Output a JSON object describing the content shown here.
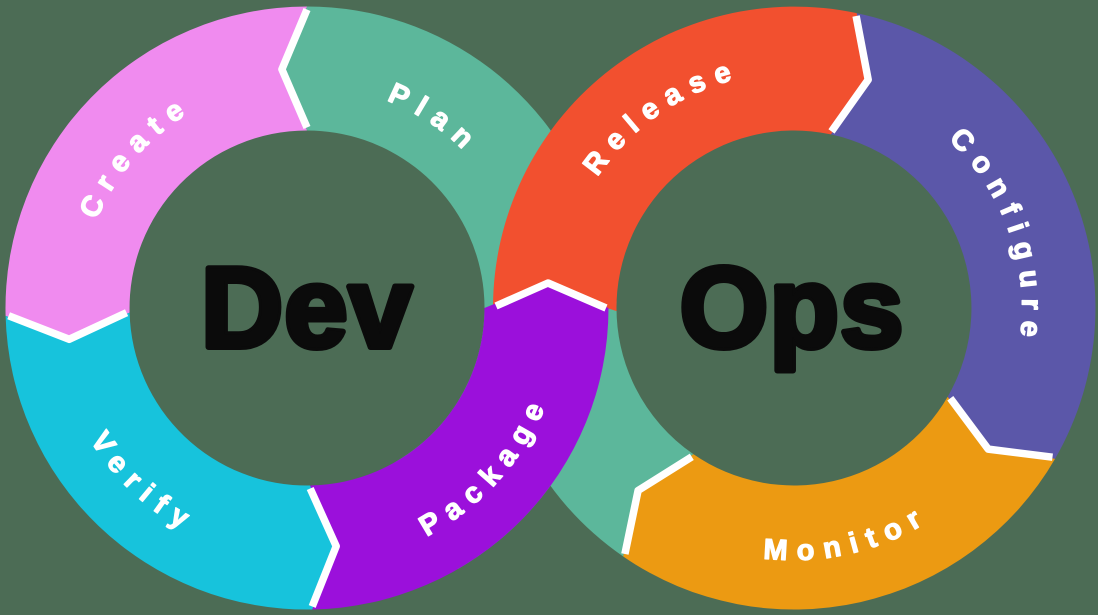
{
  "title": "DevOps infinity loop diagram",
  "colors": {
    "background": "#4C6C55",
    "divider": "#FFFFFF",
    "heading_text": "#0B0B0B",
    "segment_label_text": "#FFFFFF"
  },
  "dev": {
    "text": "Dev"
  },
  "ops": {
    "text": "Ops"
  },
  "segments": {
    "plan": {
      "label": "Plan",
      "color": "#5CB79B"
    },
    "create": {
      "label": "Create",
      "color": "#F08BEF"
    },
    "verify": {
      "label": "Verify",
      "color": "#17C3DC"
    },
    "package": {
      "label": "Package",
      "color": "#9B10DB"
    },
    "release": {
      "label": "Release",
      "color": "#F2502F"
    },
    "configure": {
      "label": "Configure",
      "color": "#5B57A9"
    },
    "monitor": {
      "label": "Monitor",
      "color": "#EC9A12"
    },
    "teal_return": {
      "label": "",
      "color": "#5CB79B"
    }
  }
}
